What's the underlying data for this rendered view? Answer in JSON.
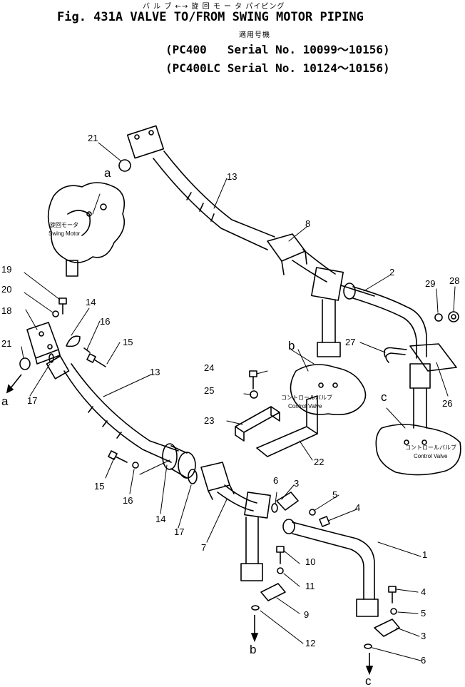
{
  "header": {
    "jp_line1": "バ ル ブ ←→ 旋 回 モ ー タ パイピング",
    "title": "Fig. 431A VALVE TO/FROM SWING MOTOR PIPING",
    "jp_line2": "適用号機",
    "serial1": "(PC400   Serial No. 10099～10156)",
    "serial2": "(PC400LC Serial No. 10124～10156)"
  },
  "parts": {
    "p1": "1",
    "p2": "2",
    "p3a": "3",
    "p3b": "3",
    "p4a": "4",
    "p4b": "4",
    "p5a": "5",
    "p5b": "5",
    "p6a": "6",
    "p6b": "6",
    "p7": "7",
    "p8": "8",
    "p9": "9",
    "p10": "10",
    "p11": "11",
    "p12": "12",
    "p13a": "13",
    "p13b": "13",
    "p14a": "14",
    "p14b": "14",
    "p15a": "15",
    "p15b": "15",
    "p16a": "16",
    "p16b": "16",
    "p17a": "17",
    "p17b": "17",
    "p18": "18",
    "p19": "19",
    "p20": "20",
    "p21a": "21",
    "p21b": "21",
    "p22": "22",
    "p23": "23",
    "p24": "24",
    "p25": "25",
    "p26": "26",
    "p27": "27",
    "p28": "28",
    "p29": "29"
  },
  "refs": {
    "a1": "a",
    "a2": "a",
    "b1": "b",
    "b2": "b",
    "c1": "c",
    "c2": "c"
  },
  "component_labels": {
    "swing_motor_jp": "旋回モータ",
    "swing_motor": "Swing Motor",
    "control_valve_jp_b": "コントロールバルブ",
    "control_valve_b": "Control Valve",
    "control_valve_jp_c": "コントロールバルブ",
    "control_valve_c": "Control Valve"
  }
}
